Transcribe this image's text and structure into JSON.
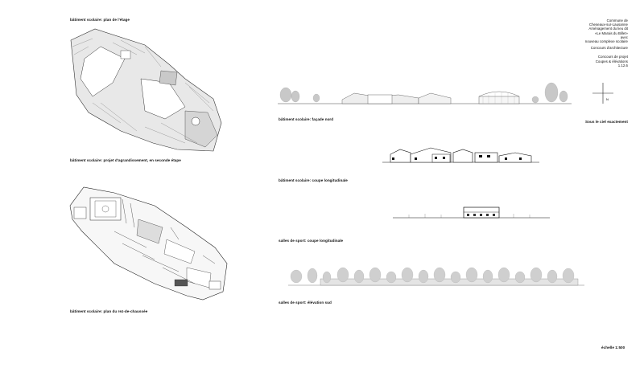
{
  "labels": {
    "plan_etage": "bâtiment scolaire: plan de l'étage",
    "agrandissement": "bâtiment scolaire: projet d'agrandissement, en seconde étape",
    "plan_rdc": "bâtiment scolaire: plan du rez-de-chaussée",
    "facade_nord": "bâtiment scolaire: façade nord",
    "coupe_longitudinale": "bâtiment scolaire: coupe longitudinale",
    "salles_coupe": "salles de sport: coupe longitudinale",
    "salles_elevation": "salles de sport: élévation sud",
    "motto": "Sous le ciel exactement",
    "scale": "échelle 1:500",
    "north_label": "N"
  },
  "title_block": {
    "line1": "Commune de",
    "line2": "Cheseaux-sur-Lausanne",
    "line3": "Aménagement du lieu dit",
    "line4": "«Le Marais du Billet»",
    "line5": "avec",
    "line6": "nouveau complexe scolaire",
    "line7": "Concours d'architecture",
    "line8": "Concours de projet",
    "line9": "Coupes & élévations",
    "line10": "1.12.6"
  }
}
